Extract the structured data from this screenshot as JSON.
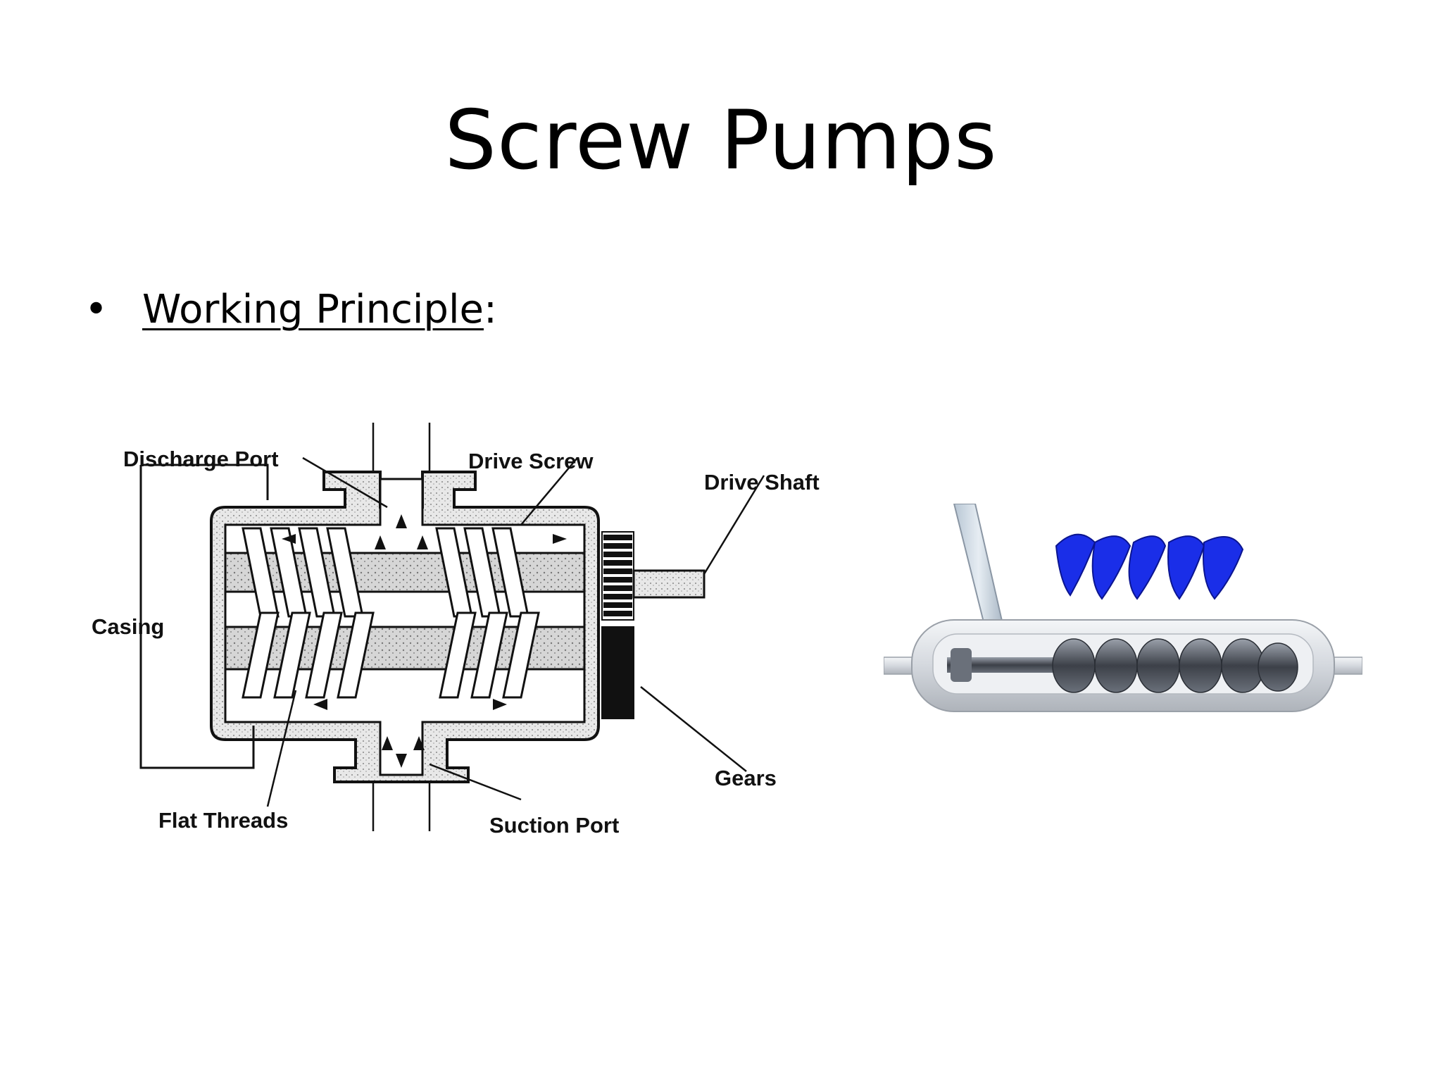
{
  "slide": {
    "title": "Screw Pumps",
    "bullet_symbol": "•",
    "bullet_label": "Working Principle",
    "bullet_suffix": ":"
  },
  "diagram": {
    "labels": {
      "discharge_port": "Discharge Port",
      "drive_screw": "Drive Screw",
      "drive_shaft": "Drive Shaft",
      "casing": "Casing",
      "gears": "Gears",
      "flat_threads": "Flat Threads",
      "suction_port": "Suction Port"
    }
  },
  "colors": {
    "screw_blue": "#1a2ee8",
    "casing_gray": "#c8ccd2",
    "diagram_ink": "#111111"
  }
}
